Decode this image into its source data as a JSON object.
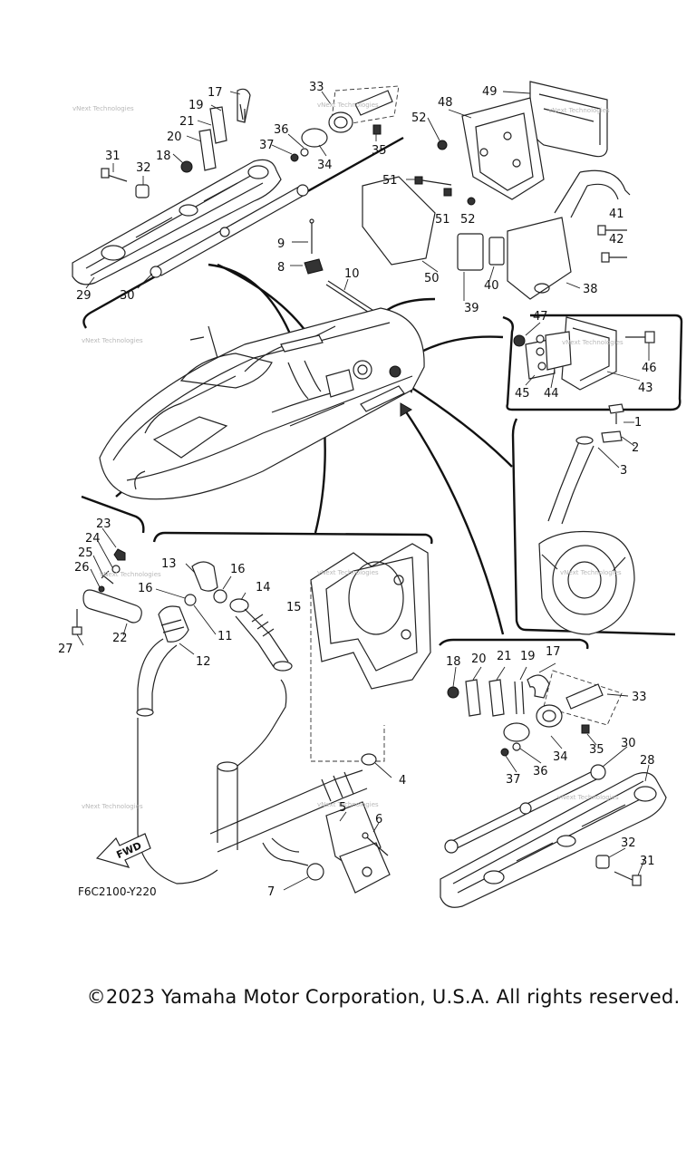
{
  "diagram": {
    "code": "F6C2100-Y220",
    "fwd_label": "FWD",
    "watermark": "vNext Technologies",
    "part_numbers": [
      "1",
      "2",
      "3",
      "4",
      "5",
      "6",
      "7",
      "8",
      "9",
      "10",
      "11",
      "12",
      "13",
      "14",
      "15",
      "16",
      "16",
      "17",
      "17",
      "18",
      "18",
      "19",
      "19",
      "20",
      "20",
      "21",
      "21",
      "22",
      "23",
      "24",
      "25",
      "26",
      "27",
      "28",
      "29",
      "30",
      "30",
      "31",
      "31",
      "32",
      "32",
      "33",
      "33",
      "34",
      "34",
      "35",
      "35",
      "36",
      "36",
      "37",
      "37",
      "38",
      "39",
      "40",
      "41",
      "42",
      "43",
      "44",
      "45",
      "46",
      "47",
      "48",
      "49",
      "50",
      "51",
      "51",
      "52",
      "52"
    ]
  },
  "footer": {
    "copyright": "©2023 Yamaha Motor Corporation, U.S.A. All rights reserved."
  }
}
